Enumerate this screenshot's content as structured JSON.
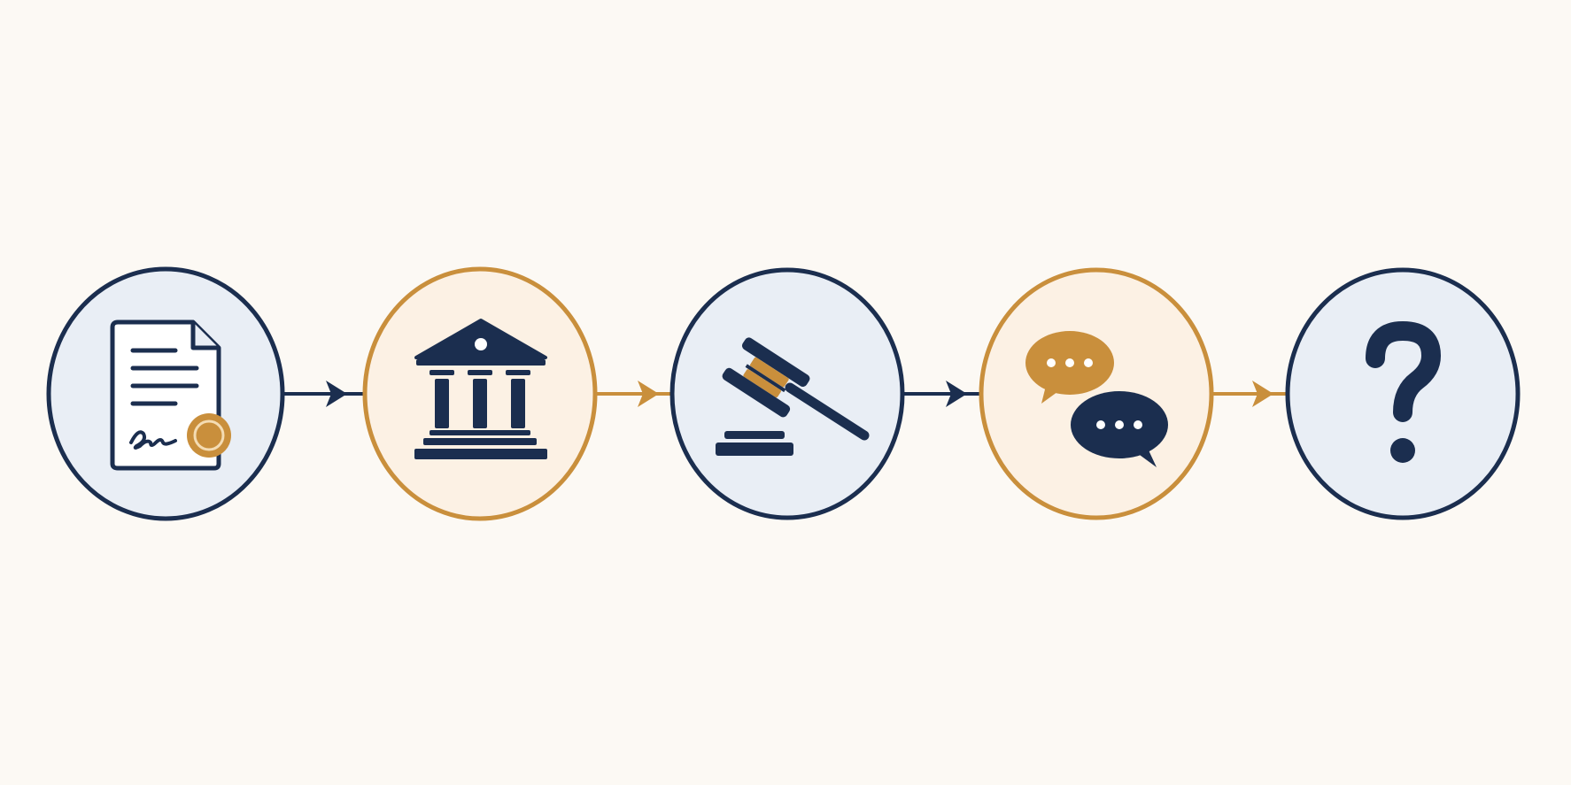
{
  "colors": {
    "background": "#fcf9f4",
    "navy": "#1b2e4f",
    "gold": "#c98f3c",
    "navy_fill": "#e9eef5",
    "gold_fill": "#fcf1e4"
  },
  "steps": [
    {
      "icon": "signed-contract-with-seal-icon",
      "ring": "navy"
    },
    {
      "icon": "courthouse-icon",
      "ring": "gold"
    },
    {
      "icon": "gavel-icon",
      "ring": "navy"
    },
    {
      "icon": "speech-bubbles-icon",
      "ring": "gold"
    },
    {
      "icon": "question-mark-icon",
      "ring": "navy",
      "glyph": "?"
    }
  ],
  "connectors": [
    {
      "from": 1,
      "to": 2,
      "color": "navy"
    },
    {
      "from": 2,
      "to": 3,
      "color": "gold"
    },
    {
      "from": 3,
      "to": 4,
      "color": "navy"
    },
    {
      "from": 4,
      "to": 5,
      "color": "gold"
    }
  ]
}
